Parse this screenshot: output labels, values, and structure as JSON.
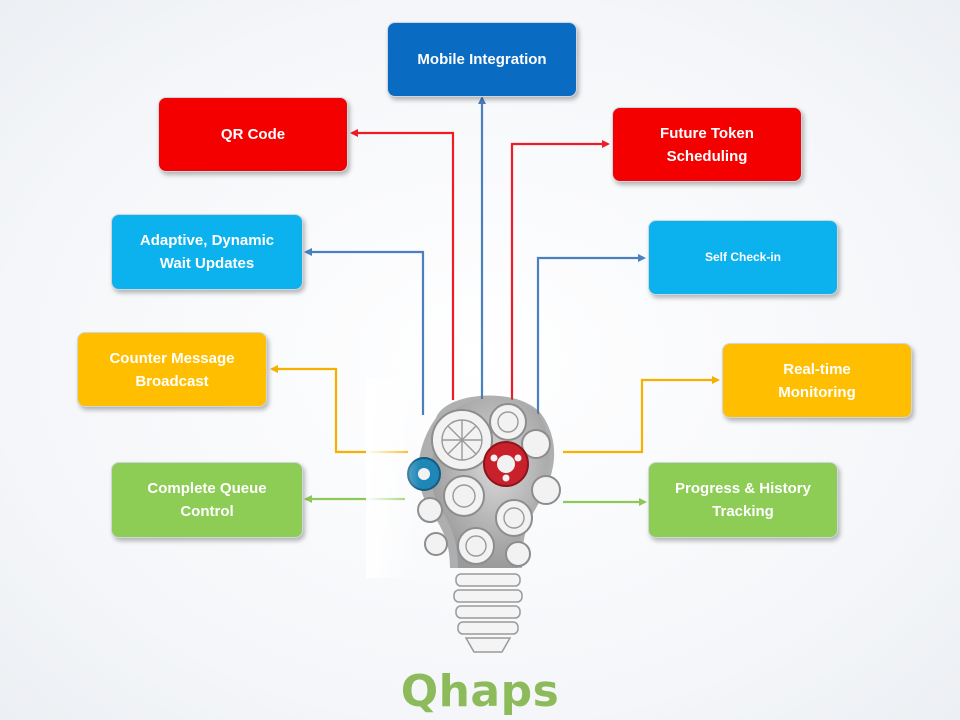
{
  "colors": {
    "blue_dark": "#0a6bc2",
    "red": "#f50000",
    "cyan": "#0cb2ee",
    "amber": "#ffbe00",
    "green": "#8dcc55",
    "brand_green": "#8dbb5b",
    "line_blue": "#4a7fc1",
    "line_red": "#ee1c24",
    "line_amber": "#f5b000",
    "line_green": "#8dc956"
  },
  "icons": {
    "center": "gear-lightbulb-icon"
  },
  "nodes": {
    "mobile": {
      "label": "Mobile Integration"
    },
    "qr": {
      "label": "QR Code"
    },
    "future": {
      "line1": "Future Token",
      "line2": "Scheduling"
    },
    "adaptive": {
      "line1": "Adaptive, Dynamic",
      "line2": "Wait Updates"
    },
    "selfcheck": {
      "label": "Self Check-in"
    },
    "counter": {
      "line1": "Counter Message",
      "line2": "Broadcast"
    },
    "realtime": {
      "line1": "Real-time",
      "line2": "Monitoring"
    },
    "queue": {
      "line1": "Complete Queue",
      "line2": "Control"
    },
    "progress": {
      "line1": "Progress & History",
      "line2": "Tracking"
    }
  },
  "brand": {
    "name": "Qhaps"
  }
}
